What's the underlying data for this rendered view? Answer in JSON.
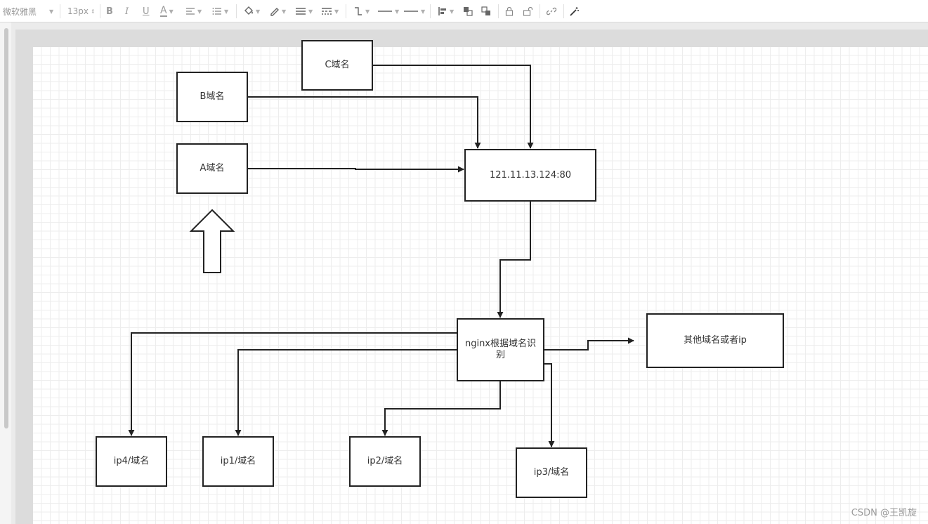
{
  "toolbar": {
    "font_family_value": "微软雅黑",
    "font_size_value": "13px"
  },
  "nodes": {
    "a_domain": "A域名",
    "b_domain": "B域名",
    "c_domain": "C域名",
    "server": "121.11.13.124:80",
    "nginx": "nginx根据域名识别",
    "other": "其他域名或者ip",
    "ip1": "ip1/域名",
    "ip2": "ip2/域名",
    "ip3": "ip3/域名",
    "ip4": "ip4/域名"
  },
  "watermark": "CSDN @王凯旋",
  "colors": {
    "stroke": "#222222",
    "grid": "#ededed",
    "canvas": "#ffffff"
  }
}
